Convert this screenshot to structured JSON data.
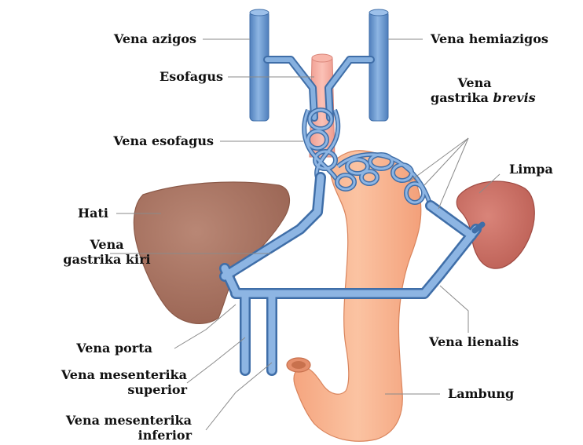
{
  "labels": {
    "azigos": "Vena azigos",
    "hemiazigos": "Vena hemiazigos",
    "esofagus": "Esofagus",
    "gastrika_brevis_1": "Vena",
    "gastrika_brevis_2": "gastrika",
    "gastrika_brevis_3": "brevis",
    "esofagus_vein": "Vena esofagus",
    "limpa": "Limpa",
    "hati": "Hati",
    "gastrika_kiri_1": "Vena",
    "gastrika_kiri_2": "gastrika kiri",
    "porta": "Vena porta",
    "lienalis": "Vena lienalis",
    "mes_sup_1": "Vena mesenterika",
    "mes_sup_2": "superior",
    "lambung": "Lambung",
    "mes_inf_1": "Vena mesenterika",
    "mes_inf_2": "inferior"
  },
  "colors": {
    "vein": "#6f9cd2",
    "vein_outline": "#3f6ea8",
    "stomach": "#f9b48f",
    "stomach_outline": "#d9845c",
    "esophagus": "#f6aca0",
    "liver": "#a7715f",
    "spleen": "#c96a5f",
    "leader": "#8a8a8a"
  }
}
